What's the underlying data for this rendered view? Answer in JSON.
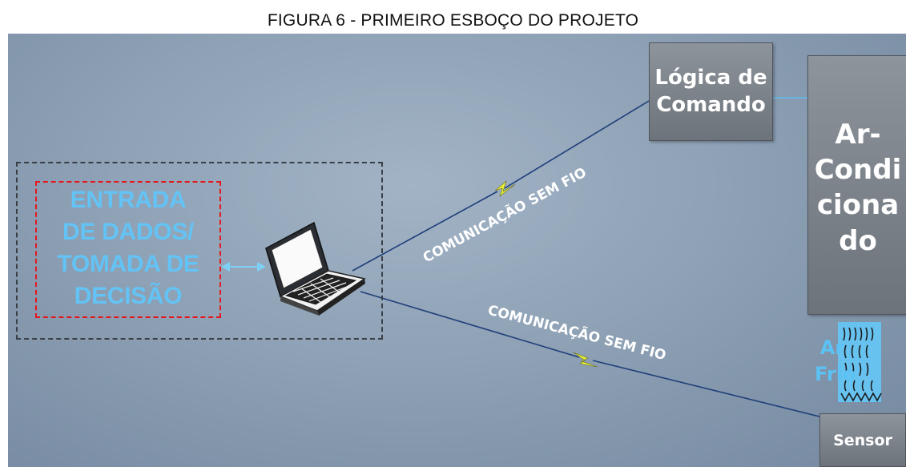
{
  "figure": {
    "caption": "FIGURA 6 - PRIMEIRO ESBOÇO DO PROJETO"
  },
  "nodes": {
    "logic": {
      "line1": "Lógica de",
      "line2": "Comando"
    },
    "air_conditioner": {
      "line1": "Ar-",
      "line2": "Condi",
      "line3": "ciona",
      "line4": "do"
    },
    "sensor": {
      "label": "Sensor"
    },
    "data_entry": {
      "line1": "ENTRADA",
      "line2": "DE DADOS/",
      "line3": "TOMADA DE",
      "line4": "DECISÃO"
    },
    "cold_air": {
      "line1": "Ar",
      "line2": "Frio"
    }
  },
  "links": {
    "wireless_upper": "COMUNICAÇÃO SEM FIO",
    "wireless_lower": "COMUNICAÇÃO SEM FIO"
  },
  "icons": {
    "laptop": "laptop-icon",
    "airflow": "cold-airflow-icon",
    "lightning": "lightning-bolt-icon"
  },
  "colors": {
    "background": "#8ea1b5",
    "box_fill": "#7c828a",
    "accent_text": "#63c3f5",
    "inner_dashed": "#e8151c",
    "outer_dashed": "#3a3f46",
    "link_line": "#1f3f7a",
    "lightning": "#e7f03a"
  }
}
